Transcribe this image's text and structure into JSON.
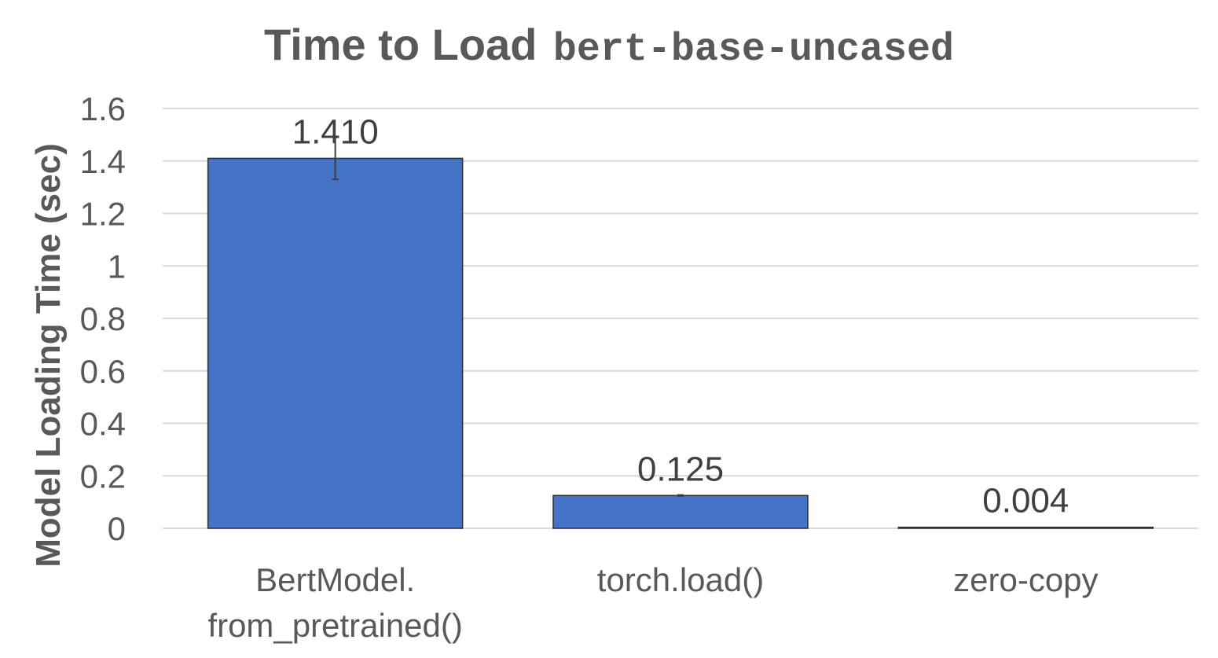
{
  "chart_data": {
    "type": "bar",
    "title": "Time to Load",
    "title_code": "bert-base-uncased",
    "xlabel": "",
    "ylabel": "Model Loading Time (sec)",
    "ylim": [
      0,
      1.6
    ],
    "yticks": [
      0,
      0.2,
      0.4,
      0.6,
      0.8,
      1,
      1.2,
      1.4,
      1.6
    ],
    "ytick_labels": [
      "0",
      "0.2",
      "0.4",
      "0.6",
      "0.8",
      "1",
      "1.2",
      "1.4",
      "1.6"
    ],
    "grid": true,
    "legend": "none",
    "bar_color": "#4472C4",
    "categories": [
      [
        "BertModel.",
        "from_pretrained()"
      ],
      [
        "torch.load()"
      ],
      [
        "zero-copy"
      ]
    ],
    "values": [
      1.41,
      0.125,
      0.004
    ],
    "value_labels": [
      "1.410",
      "0.125",
      "0.004"
    ],
    "error": [
      0.08,
      0.002,
      0.0
    ]
  }
}
